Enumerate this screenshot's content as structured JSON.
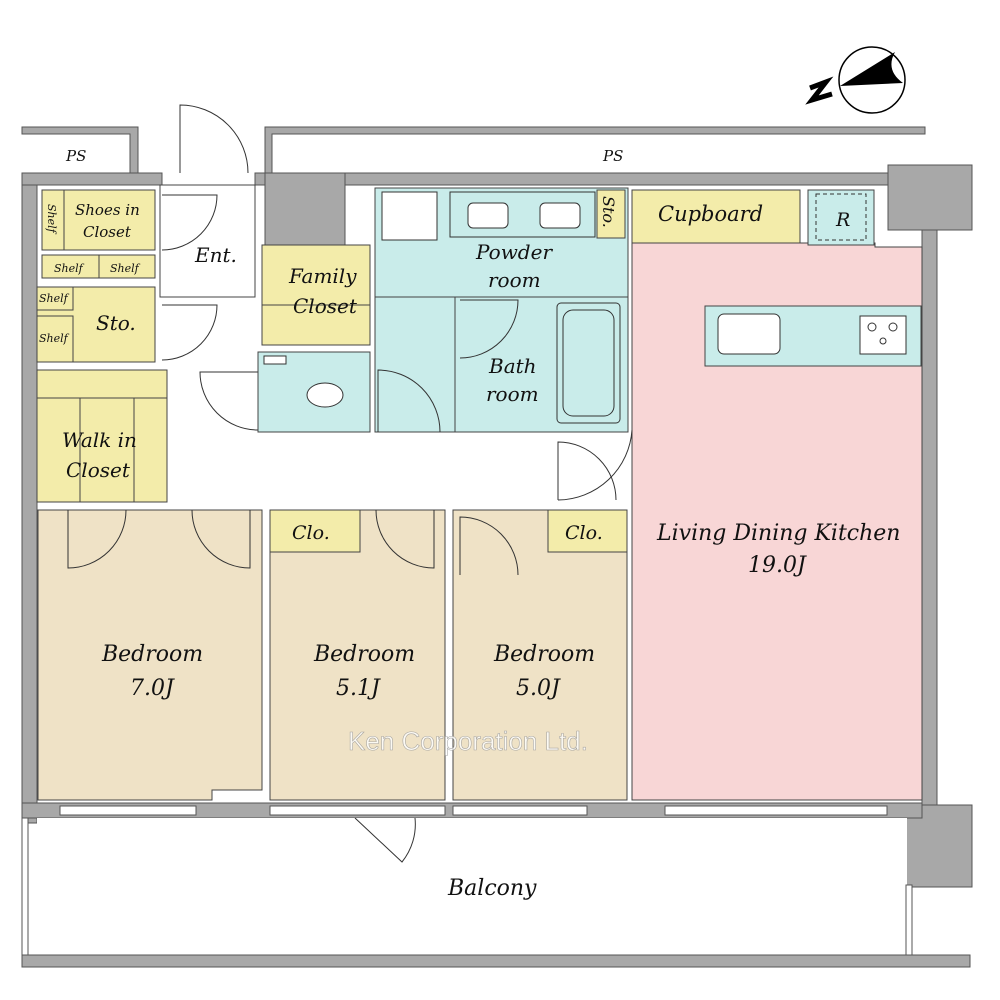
{
  "labels": {
    "ps_left": "PS",
    "ps_top": "PS",
    "shoes_closet": [
      "Shoes in",
      "Closet"
    ],
    "shelf": "Shelf",
    "entrance": "Ent.",
    "storage": "Sto.",
    "storage_small": "Sto.",
    "walk_in_closet": [
      "Walk in",
      "Closet"
    ],
    "family_closet": [
      "Family",
      "Closet"
    ],
    "powder_room": [
      "Powder",
      "room"
    ],
    "bath_room": [
      "Bath",
      "room"
    ],
    "cupboard": "Cupboard",
    "refrigerator": "R",
    "ldk": [
      "Living Dining Kitchen",
      "19.0J"
    ],
    "closet": "Clo.",
    "bedroom1": [
      "Bedroom",
      "7.0J"
    ],
    "bedroom2": [
      "Bedroom",
      "5.1J"
    ],
    "bedroom3": [
      "Bedroom",
      "5.0J"
    ],
    "balcony": "Balcony",
    "watermark": "Ken Corporation Ltd."
  },
  "compass": {
    "label": "N"
  },
  "colors": {
    "storage": "#f3ecaa",
    "wet": "#c9ecea",
    "living": "#f8d6d6",
    "bedroom": "#efe2c6",
    "wall": "#a8a8a8"
  }
}
